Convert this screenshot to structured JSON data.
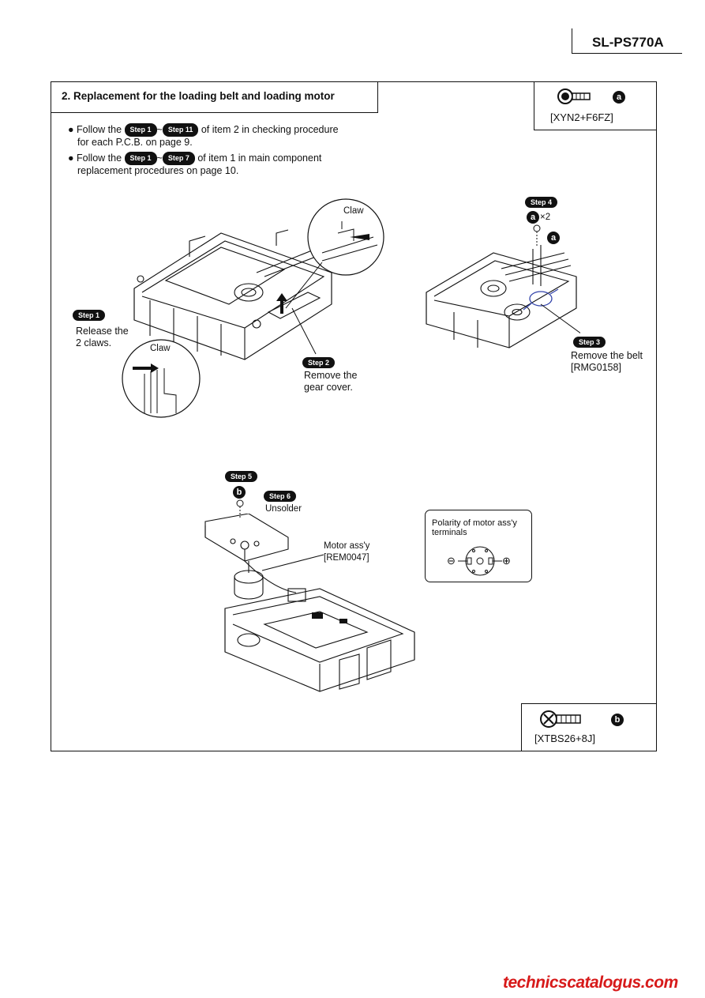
{
  "header": {
    "model": "SL-PS770A"
  },
  "section": {
    "title": "2. Replacement for the loading belt and loading motor"
  },
  "screws": {
    "a": {
      "letter": "a",
      "code": "[XYN2+F6FZ]"
    },
    "b": {
      "letter": "b",
      "code": "[XTBS26+8J]"
    }
  },
  "instructions": [
    {
      "prefix": "Follow the",
      "from": "Step 1",
      "to": "Step 11",
      "tilde": "~",
      "line1": "of item 2 in checking procedure",
      "line2": "for each P.C.B. on page 9."
    },
    {
      "prefix": "Follow the",
      "from": "Step 1",
      "to": "Step 7",
      "tilde": "~",
      "line1": "of item 1 in main component",
      "line2": "replacement procedures on page 10."
    }
  ],
  "steps": {
    "s1": {
      "tag": "Step 1",
      "line1": "Release the",
      "line2": "2 claws."
    },
    "s2": {
      "tag": "Step 2",
      "line1": "Remove the",
      "line2": "gear cover."
    },
    "s3": {
      "tag": "Step 3",
      "line1": "Remove the belt",
      "line2": "[RMG0158]"
    },
    "s4": {
      "tag": "Step 4",
      "qty": "×2",
      "letter": "a"
    },
    "s5": {
      "tag": "Step 5",
      "letter": "b"
    },
    "s6": {
      "tag": "Step 6",
      "text": "Unsolder"
    }
  },
  "callouts": {
    "claw_top": "Claw",
    "claw_left": "Claw",
    "motor_line1": "Motor ass'y",
    "motor_line2": "[REM0047]"
  },
  "polarity": {
    "line1": "Polarity of motor ass'y",
    "line2": "terminals",
    "minus": "⊖",
    "plus": "⊕"
  },
  "watermark": "technicscatalogus.com"
}
